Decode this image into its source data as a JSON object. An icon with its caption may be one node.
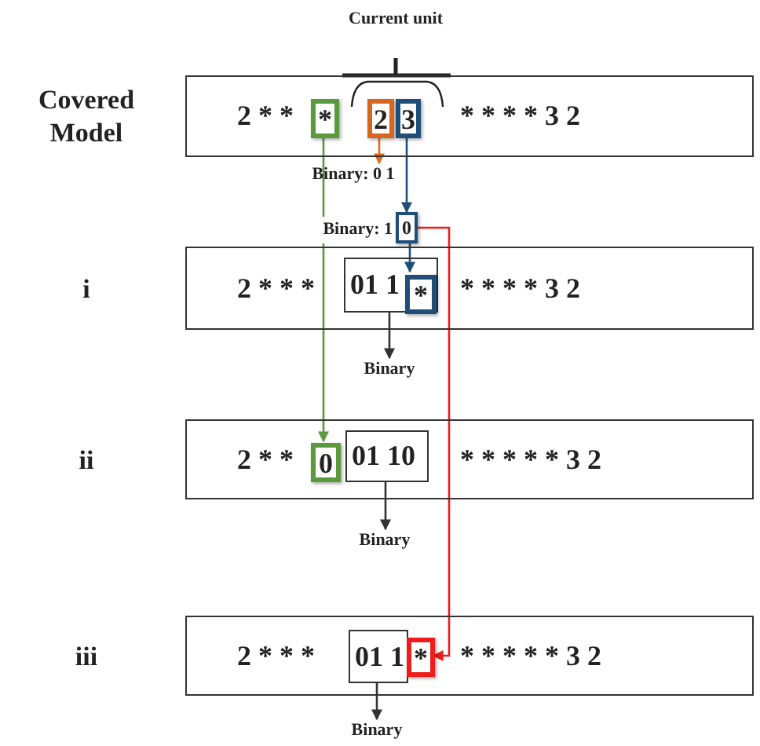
{
  "diagram": {
    "nodes": [
      {
        "text": [
          "2 * *",
          "* * * * 3 2"
        ],
        "beside": [
          "Covered Model"
        ]
      },
      {
        "text": [
          "*"
        ],
        "in": 0
      },
      {
        "text": [
          "2"
        ],
        "in": 0
      },
      {
        "text": [
          "3"
        ],
        "in": 0
      },
      {
        "text": [
          "Binary: 0 1"
        ]
      },
      {
        "text": [
          "0"
        ],
        "beside": [
          "Binary: 1"
        ]
      },
      {
        "text": [
          "2 * * *",
          "* * * * 3 2"
        ],
        "beside": [
          "i"
        ]
      },
      {
        "text": [
          "01 1"
        ],
        "in": 6
      },
      {
        "text": [
          "*"
        ],
        "in": 7
      },
      {
        "text": [
          "Binary"
        ]
      },
      {
        "text": [
          "2 * *",
          "* * * * * 3 2"
        ],
        "beside": [
          "ii"
        ]
      },
      {
        "text": [
          "0"
        ],
        "in": 10
      },
      {
        "text": [
          "01 10"
        ],
        "in": 10
      },
      {
        "text": [
          "Binary"
        ]
      },
      {
        "text": [
          "2 * * *",
          "* * * * * 3 2"
        ],
        "beside": [
          "iii"
        ]
      },
      {
        "text": [
          "01 1"
        ],
        "in": 14
      },
      {
        "text": [
          "*"
        ],
        "in": 14
      },
      {
        "text": [
          "Binary"
        ]
      }
    ],
    "edges": [
      {
        "from": 2,
        "to": 4,
        "arrow": "to",
        "color": "#e06a1e"
      },
      {
        "from": 3,
        "to": 5,
        "arrow": "to",
        "color": "#1f4e79"
      },
      {
        "from": 5,
        "to": 8,
        "arrow": "to",
        "color": "#1f4e79"
      },
      {
        "from": 1,
        "to": 11,
        "arrow": "to",
        "color": "#5a9a3c"
      },
      {
        "from": 5,
        "to": 16,
        "arrow": "to",
        "color": "#ee1c1c"
      },
      {
        "from": 7,
        "to": 9,
        "arrow": "to"
      },
      {
        "from": 12,
        "to": 13,
        "arrow": "to"
      },
      {
        "from": 15,
        "to": 17,
        "arrow": "to"
      }
    ],
    "labels": [
      "Current unit"
    ]
  }
}
